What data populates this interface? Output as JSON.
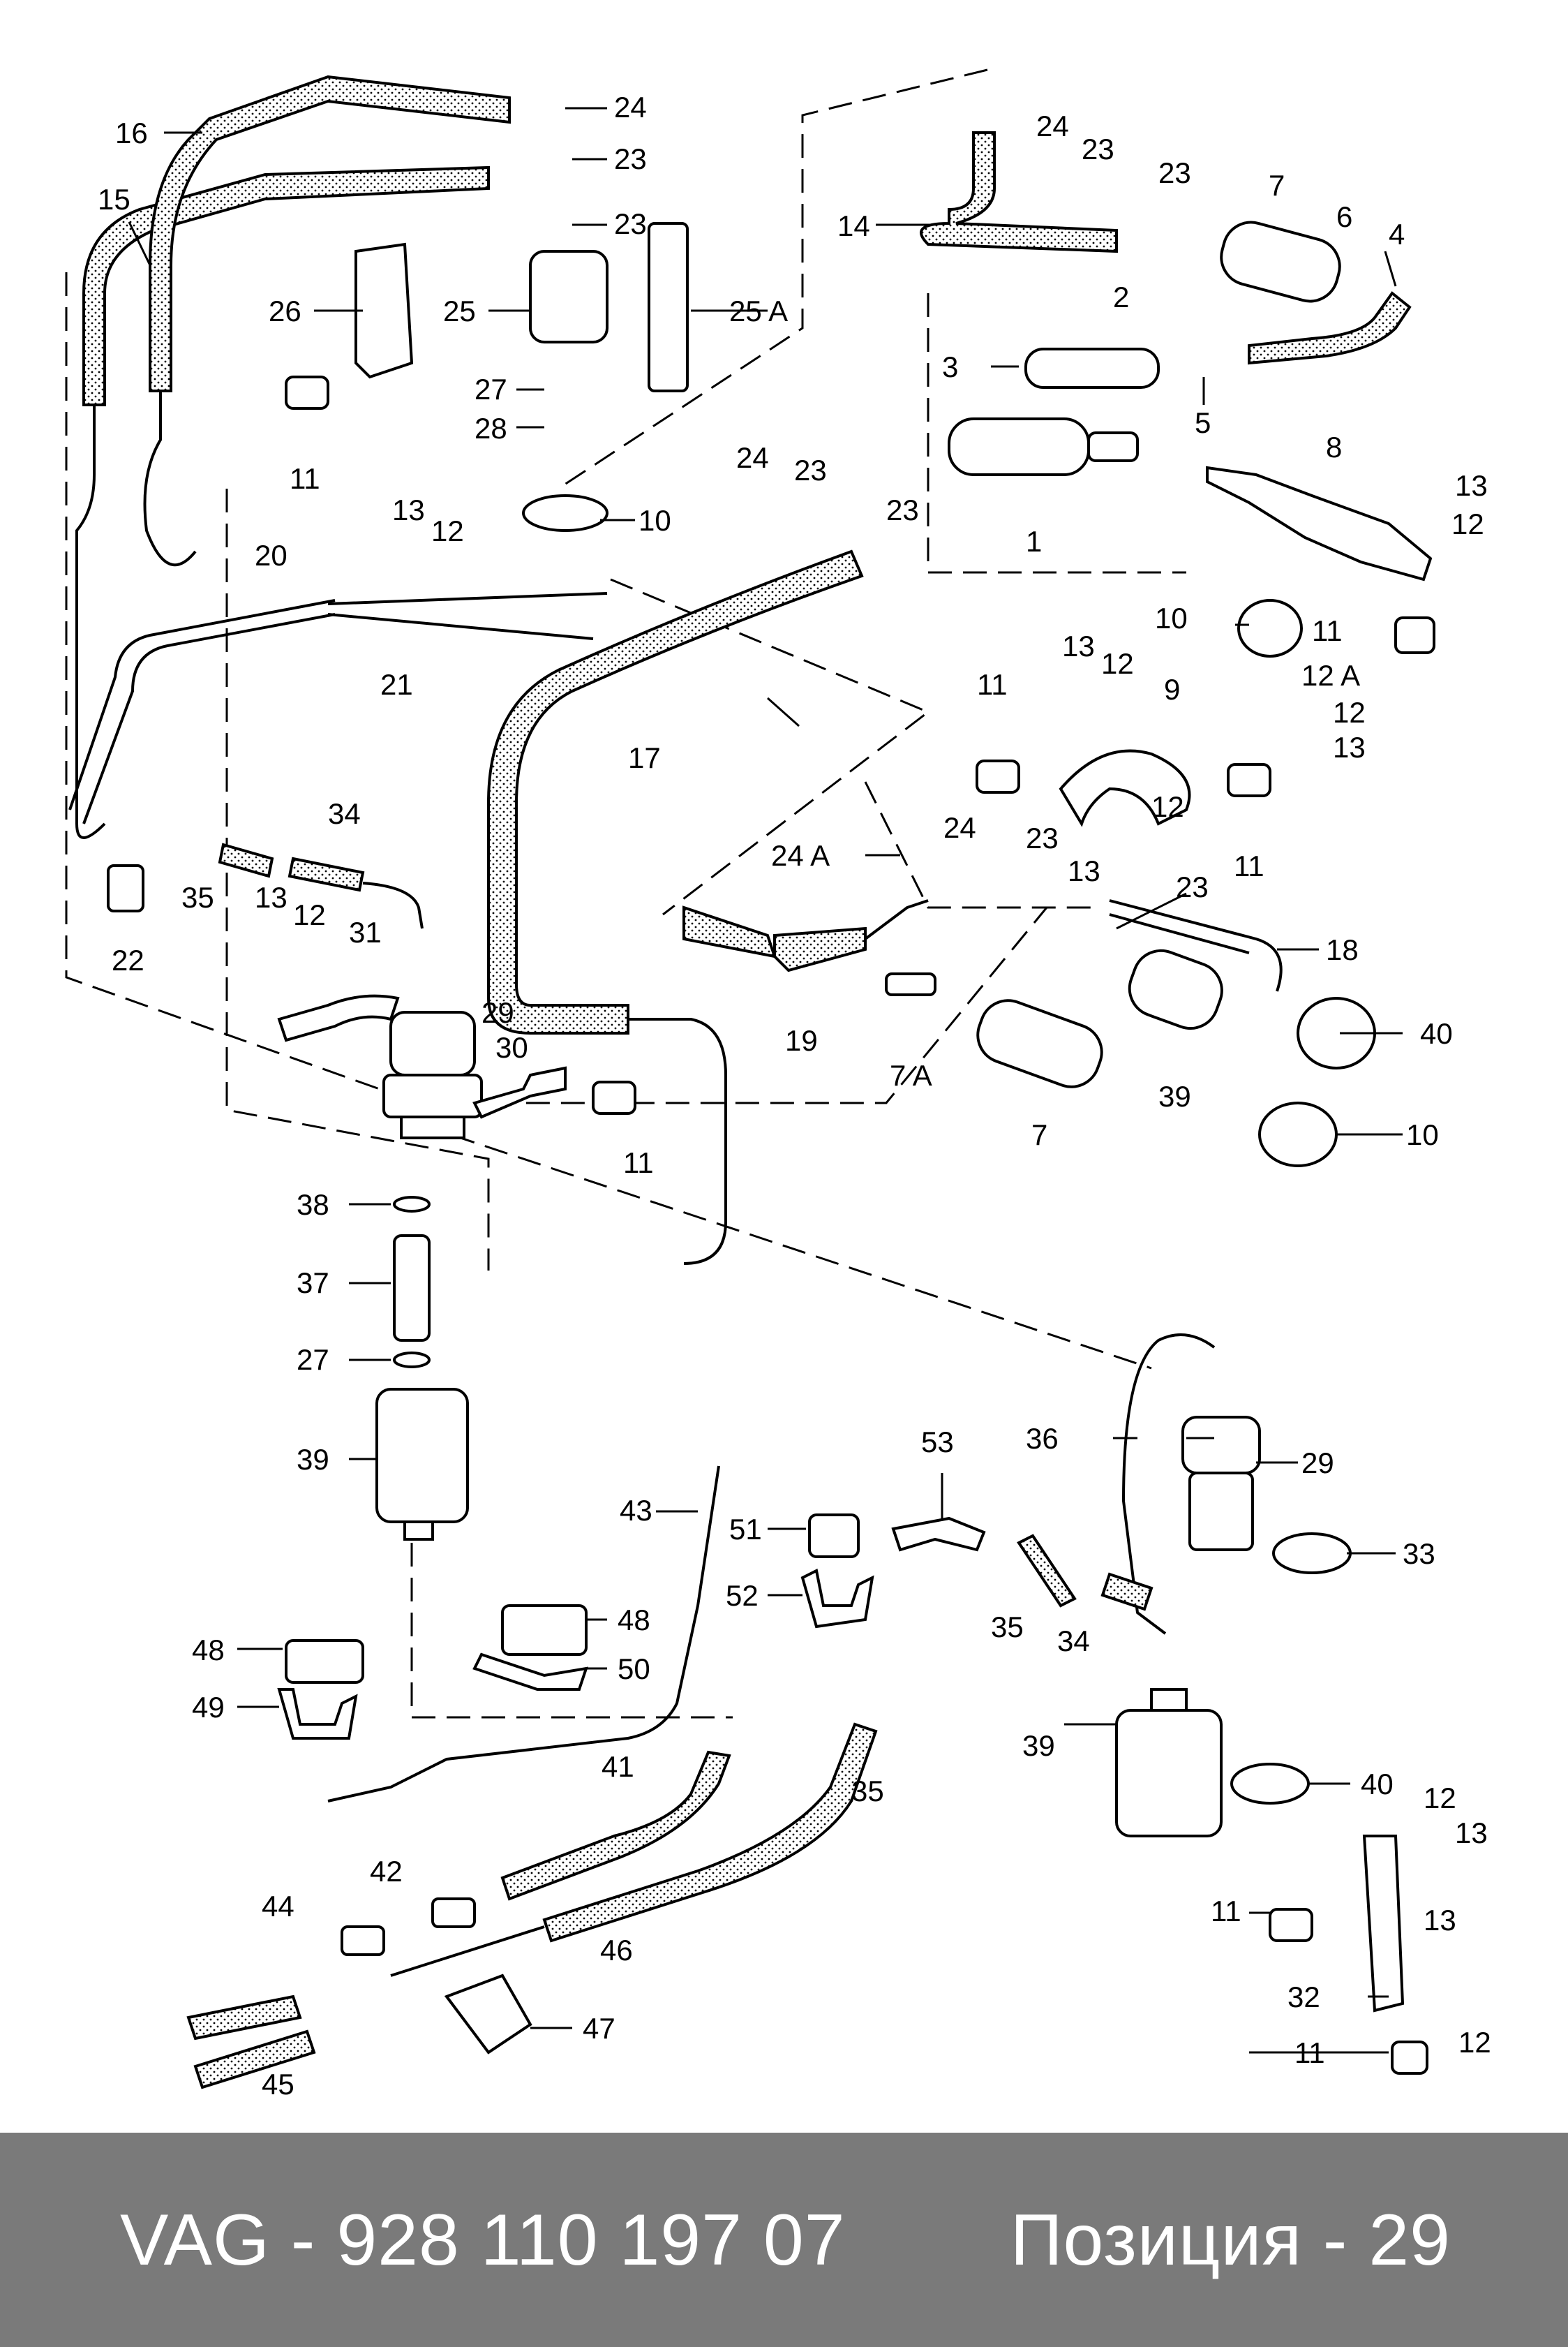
{
  "footer": {
    "part_number": "VAG - 928 110 197 07",
    "position": "Позиция - 29"
  },
  "labels": {
    "l1": "1",
    "l2": "2",
    "l3": "3",
    "l4": "4",
    "l5": "5",
    "l6": "6",
    "l7": "7",
    "l7b": "7",
    "l7A": "7 A",
    "l8": "8",
    "l9": "9",
    "l10a": "10",
    "l10b": "10",
    "l10c": "10",
    "l11a": "11",
    "l11b": "11",
    "l11c": "11",
    "l11d": "11",
    "l11e": "11",
    "l11f": "11",
    "l11g": "11",
    "l12a": "12",
    "l12b": "12",
    "l12c": "12",
    "l12d": "12",
    "l12e": "12",
    "l12f": "12",
    "l12g": "12",
    "l12A": "12 A",
    "l13a": "13",
    "l13b": "13",
    "l13c": "13",
    "l13d": "13",
    "l13e": "13",
    "l13f": "13",
    "l13g": "13",
    "l13h": "13",
    "l14": "14",
    "l15": "15",
    "l16": "16",
    "l17": "17",
    "l18": "18",
    "l19": "19",
    "l20": "20",
    "l21": "21",
    "l22": "22",
    "l23a": "23",
    "l23b": "23",
    "l23c": "23",
    "l23d": "23",
    "l23e": "23",
    "l23f": "23",
    "l23g": "23",
    "l23h": "23",
    "l24a": "24",
    "l24b": "24",
    "l24c": "24",
    "l24d": "24",
    "l24A": "24 A",
    "l25": "25",
    "l25A": "25 A",
    "l26": "26",
    "l27a": "27",
    "l27b": "27",
    "l28": "28",
    "l29a": "29",
    "l29b": "29",
    "l30": "30",
    "l31": "31",
    "l32": "32",
    "l33": "33",
    "l34a": "34",
    "l34b": "34",
    "l35a": "35",
    "l35b": "35",
    "l35c": "35",
    "l36": "36",
    "l37": "37",
    "l38": "38",
    "l39a": "39",
    "l39b": "39",
    "l39c": "39",
    "l40a": "40",
    "l40b": "40",
    "l41": "41",
    "l42": "42",
    "l43": "43",
    "l44": "44",
    "l45": "45",
    "l46": "46",
    "l47": "47",
    "l48a": "48",
    "l48b": "48",
    "l49": "49",
    "l50": "50",
    "l51": "51",
    "l52": "52",
    "l53": "53"
  }
}
